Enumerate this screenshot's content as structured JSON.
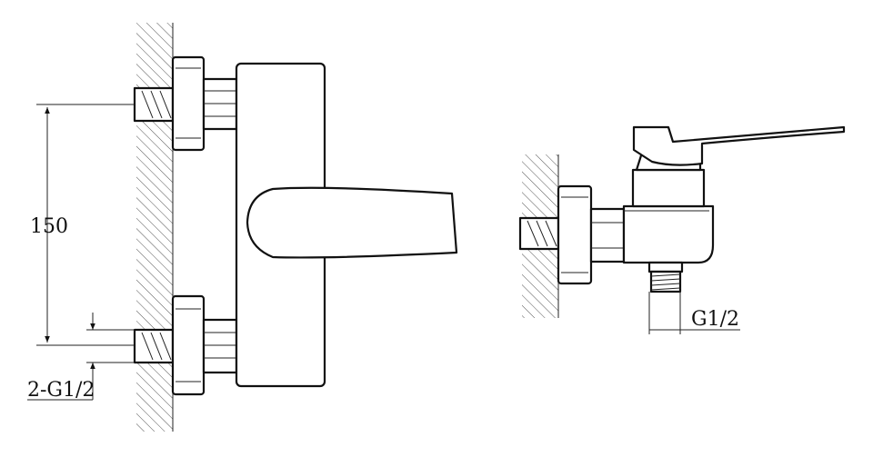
{
  "drawing": {
    "front_view": {
      "dimension_spacing": "150",
      "inlet_thread_label": "2-G1/2"
    },
    "side_view": {
      "outlet_thread_label": "G1/2"
    },
    "colors": {
      "line": "#111111",
      "hatch": "#555555",
      "background": "#ffffff"
    }
  }
}
